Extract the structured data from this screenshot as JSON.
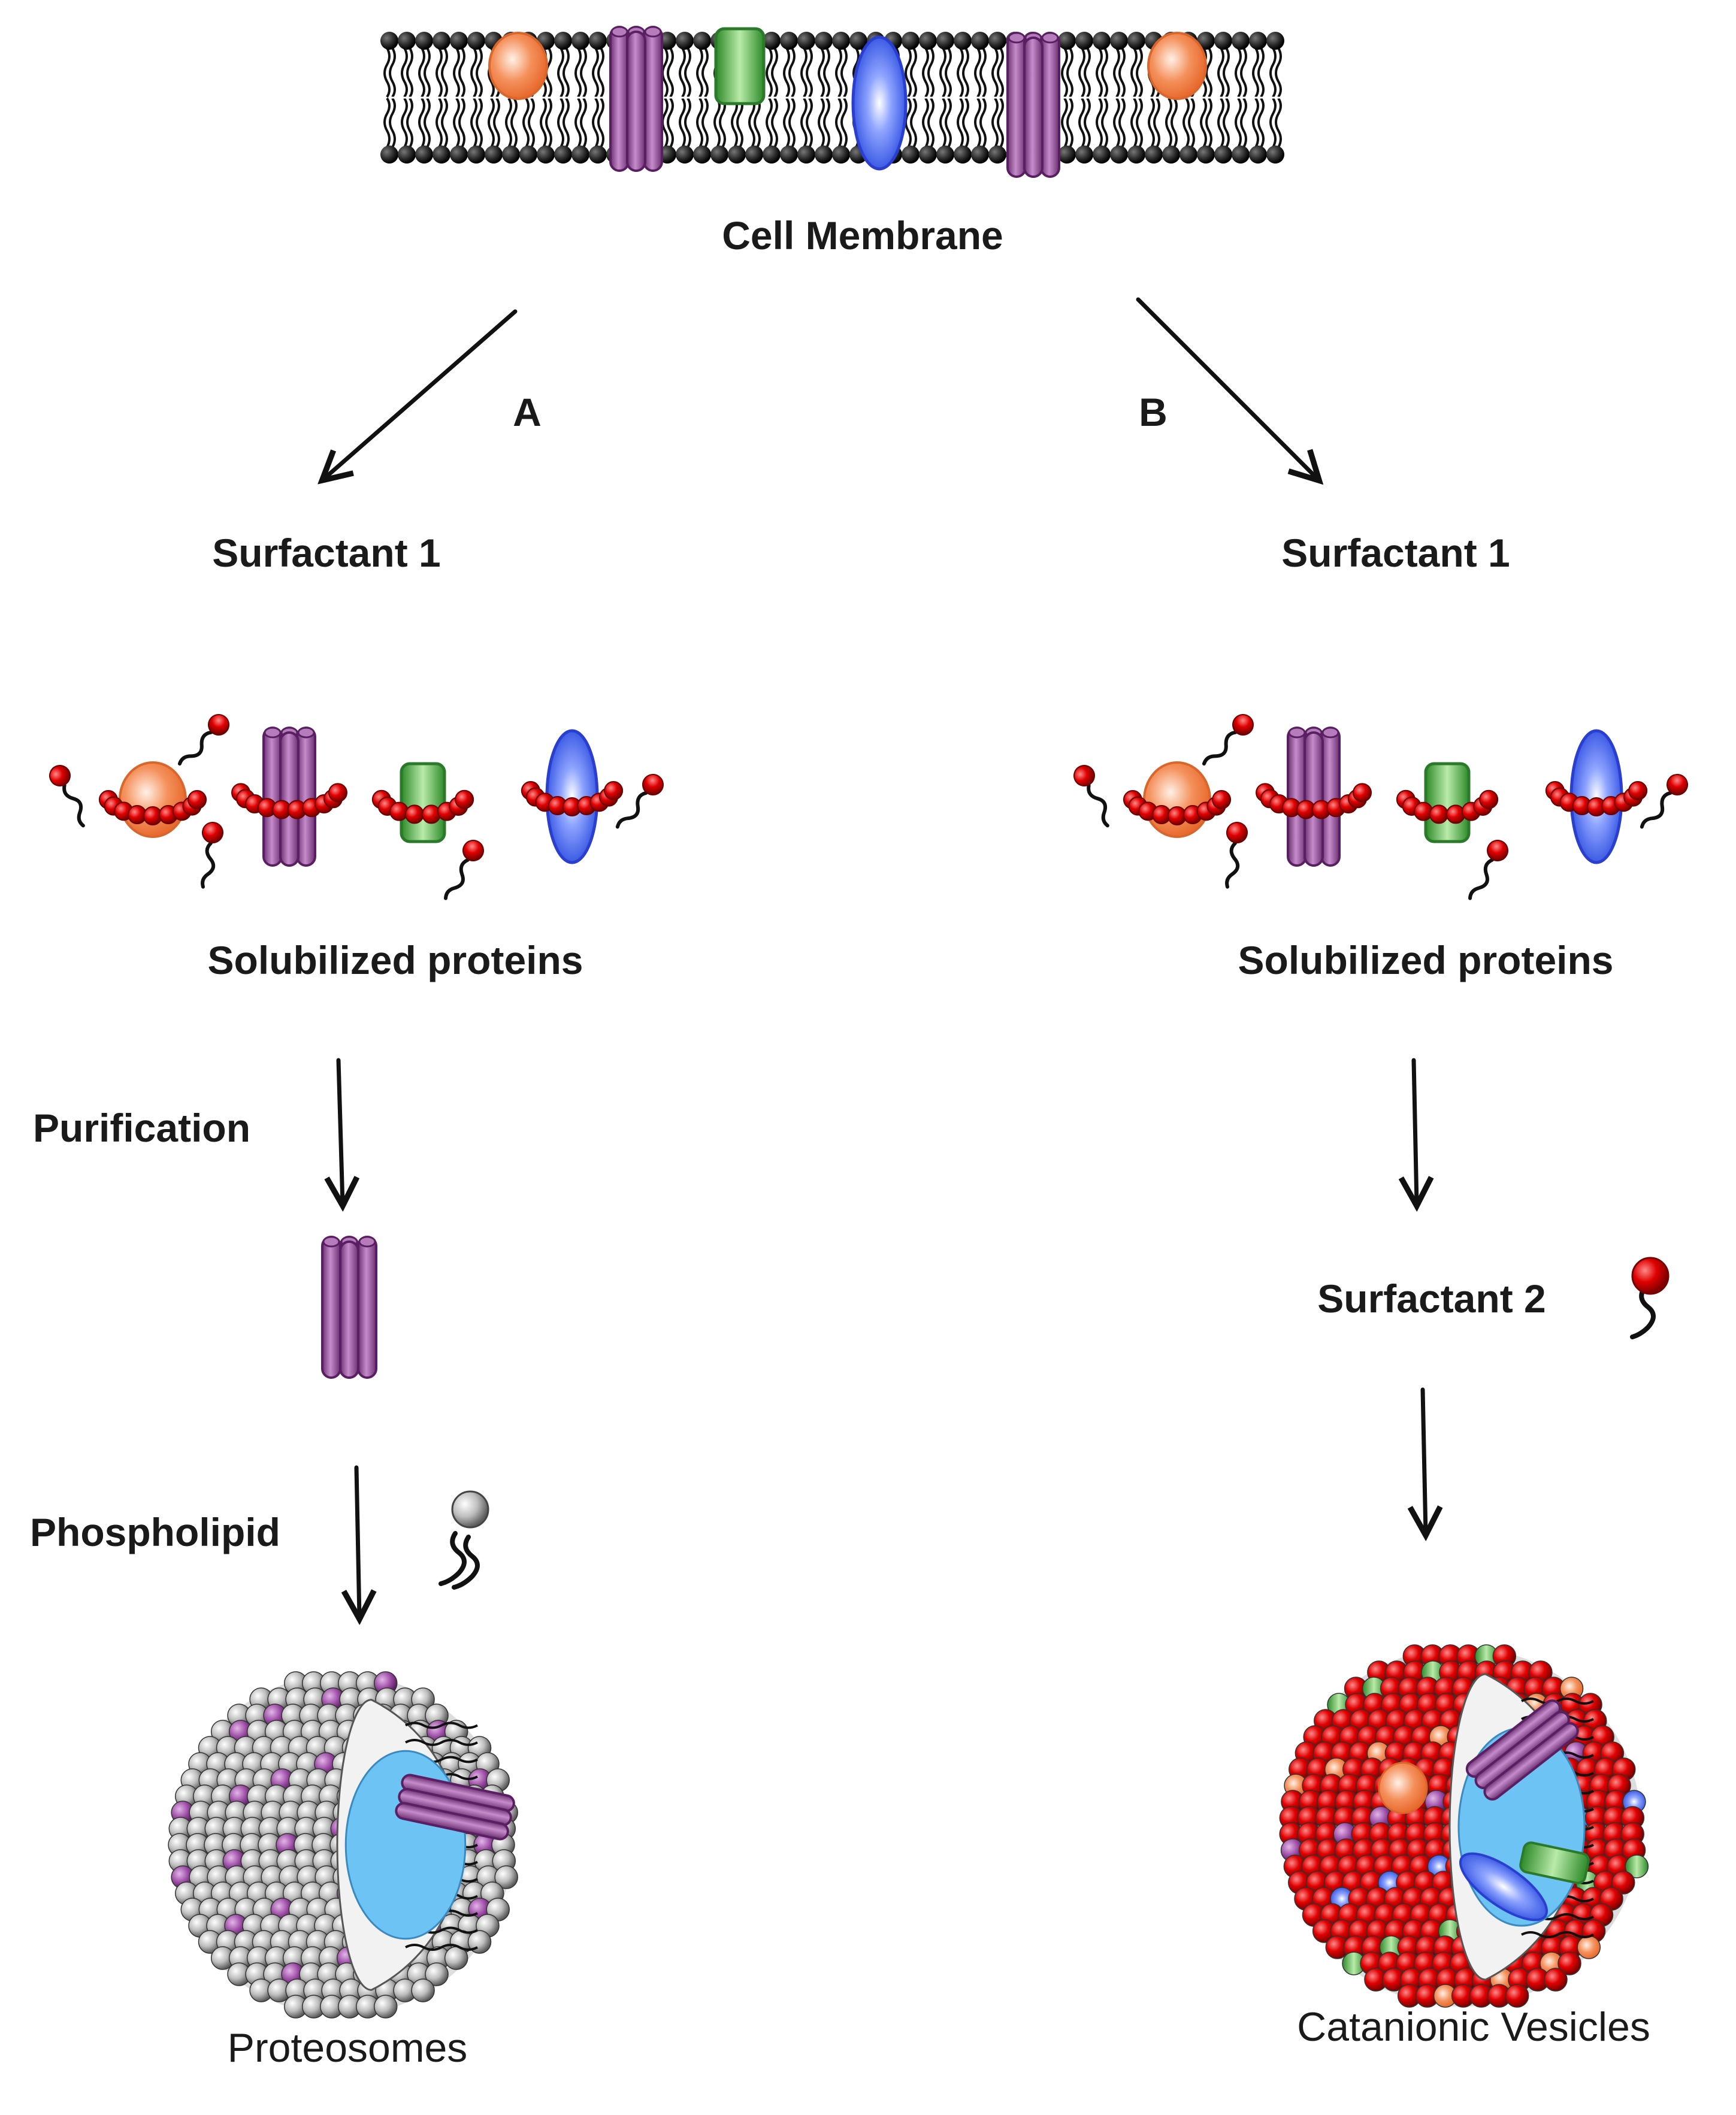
{
  "labels": {
    "cell_membrane": "Cell Membrane",
    "path_a": "A",
    "path_b": "B",
    "surfactant1_a": "Surfactant 1",
    "surfactant1_b": "Surfactant 1",
    "solubilized_a": "Solubilized proteins",
    "solubilized_b": "Solubilized proteins",
    "purification": "Purification",
    "surfactant2": "Surfactant 2",
    "phospholipid": "Phospholipid",
    "proteosomes": "Proteosomes",
    "catanionic": "Catanionic Vesicles"
  },
  "colors": {
    "lipid_head": "#2b2b2b",
    "protein_orange": "#f4915c",
    "protein_purple": "#8e4a93",
    "protein_green": "#6cbf5a",
    "protein_blue": "#4f6ff0",
    "surfactant_red": "#d40000",
    "phospholipid_gray": "#a9a9a9",
    "vesicle_lumen": "#6ec3f5"
  }
}
